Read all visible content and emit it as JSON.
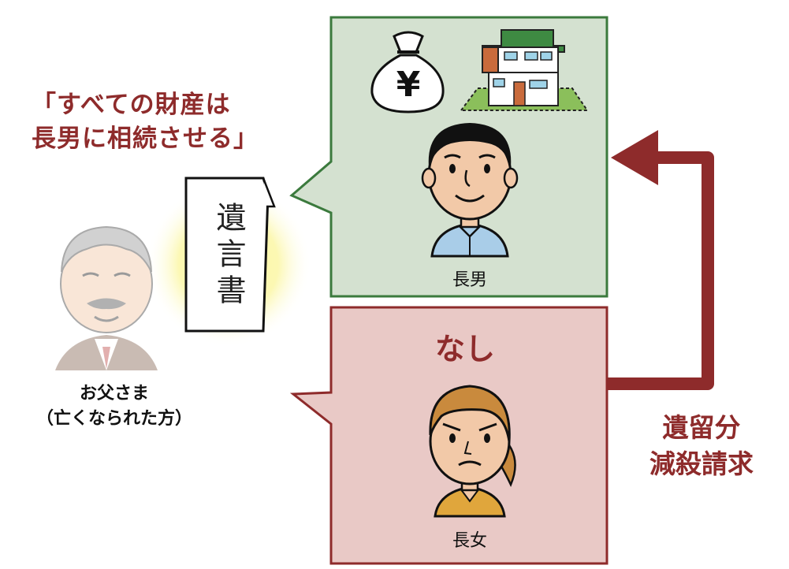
{
  "quote": {
    "line1": "「すべての財産は",
    "line2": "長男に相続させる」"
  },
  "will_document": {
    "text": "遺言書"
  },
  "father": {
    "line1": "お父さま",
    "line2": "（亡くなられた方）"
  },
  "money_bag": {
    "symbol": "¥"
  },
  "eldest_son": {
    "label": "長男"
  },
  "eldest_daughter": {
    "label": "長女",
    "share": "なし"
  },
  "claim": {
    "line1": "遺留分",
    "line2": "減殺請求"
  },
  "colors": {
    "green_border": "#3b7a3d",
    "green_fill": "#d4e1d0",
    "red_border": "#8e2b2b",
    "red_fill": "#e9c9c6",
    "arrow": "#8e2b2b"
  }
}
